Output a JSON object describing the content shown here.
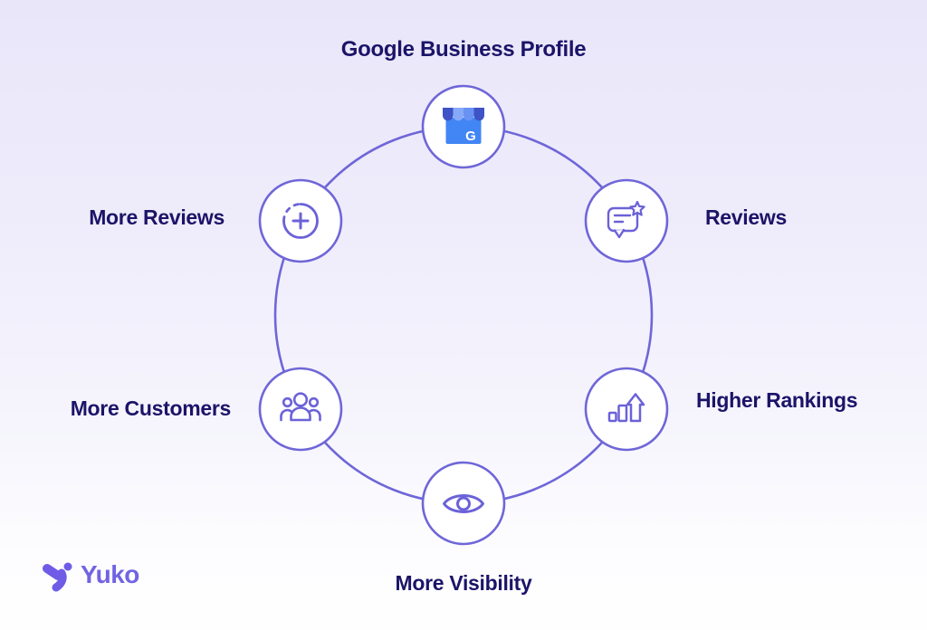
{
  "title": "Google Business Profile",
  "nodes": {
    "google_business": {
      "label": "Google Business Profile",
      "icon": "google-business-storefront-icon",
      "position": "top"
    },
    "reviews": {
      "label": "Reviews",
      "icon": "chat-star-icon",
      "position": "top-right"
    },
    "higher_rankings": {
      "label": "Higher Rankings",
      "icon": "rising-bars-arrow-icon",
      "position": "bottom-right"
    },
    "more_visibility": {
      "label": "More Visibility",
      "icon": "eye-icon",
      "position": "bottom"
    },
    "more_customers": {
      "label": "More Customers",
      "icon": "people-group-icon",
      "position": "bottom-left"
    },
    "more_reviews": {
      "label": "More Reviews",
      "icon": "circle-plus-icon",
      "position": "top-left"
    }
  },
  "logo": {
    "text": "Yuko"
  },
  "colors": {
    "ring_purple": "#6f66d8",
    "icon_purple": "#6b62d8",
    "text_navy": "#1b1468",
    "logo_purple": "#7164e2",
    "google_blue": "#4285f4",
    "awning_dark": "#3d53c6",
    "awning_light": "#87a9f9",
    "awning_mid": "#6a92f4",
    "background_top": "#e9e6fa",
    "background_bottom": "#fefeff",
    "node_fill": "#ffffff"
  }
}
